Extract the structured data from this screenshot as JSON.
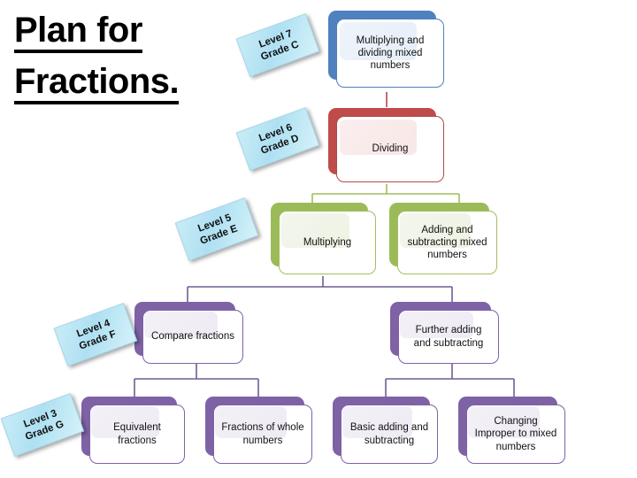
{
  "slide": {
    "title_lines": [
      "Plan for",
      "Fractions."
    ],
    "background_color": "#ffffff"
  },
  "palette": {
    "blue": "#4E81BD",
    "red": "#BF4B4B",
    "green": "#9BBB59",
    "purple": "#7F62A5",
    "tag_blue": "#AEE0F2",
    "connector_green": "#A4BD5E",
    "connector_purple": "#6F5E92",
    "connector_red": "#B24A4A"
  },
  "flowchart": {
    "type": "hierarchy",
    "nodes": [
      {
        "id": "n7",
        "label": "Multiplying and dividing mixed numbers",
        "color": "blue",
        "level": 7
      },
      {
        "id": "n6",
        "label": "Dividing",
        "color": "red",
        "level": 6
      },
      {
        "id": "n5a",
        "label": "Multiplying",
        "color": "green",
        "level": 5
      },
      {
        "id": "n5b",
        "label": "Adding and subtracting mixed numbers",
        "color": "green",
        "level": 5
      },
      {
        "id": "n4a",
        "label": "Compare fractions",
        "color": "purple",
        "level": 4
      },
      {
        "id": "n4b",
        "label": "Further adding and subtracting",
        "color": "purple",
        "level": 4
      },
      {
        "id": "n3a",
        "label": "Equivalent fractions",
        "color": "purple",
        "level": 3
      },
      {
        "id": "n3b",
        "label": "Fractions of whole numbers",
        "color": "purple",
        "level": 3
      },
      {
        "id": "n3c",
        "label": "Basic adding and subtracting",
        "color": "purple",
        "level": 3
      },
      {
        "id": "n3d",
        "label": "Changing Improper to mixed numbers",
        "color": "purple",
        "level": 3
      }
    ],
    "edges": [
      {
        "from": "n7",
        "to": "n6"
      },
      {
        "from": "n6",
        "to": "n5a"
      },
      {
        "from": "n6",
        "to": "n5b"
      },
      {
        "from": "n5a",
        "to": "n4a"
      },
      {
        "from": "n5a",
        "to": "n4b"
      },
      {
        "from": "n4a",
        "to": "n3a"
      },
      {
        "from": "n4a",
        "to": "n3b"
      },
      {
        "from": "n4b",
        "to": "n3c"
      },
      {
        "from": "n4b",
        "to": "n3d"
      }
    ]
  },
  "level_tags": [
    {
      "id": "t7",
      "level": "Level 7",
      "grade": "Grade C"
    },
    {
      "id": "t6",
      "level": "Level 6",
      "grade": "Grade D"
    },
    {
      "id": "t5",
      "level": "Level 5",
      "grade": "Grade E"
    },
    {
      "id": "t4",
      "level": "Level 4",
      "grade": "Grade F"
    },
    {
      "id": "t3",
      "level": "Level 3",
      "grade": "Grade G"
    }
  ]
}
